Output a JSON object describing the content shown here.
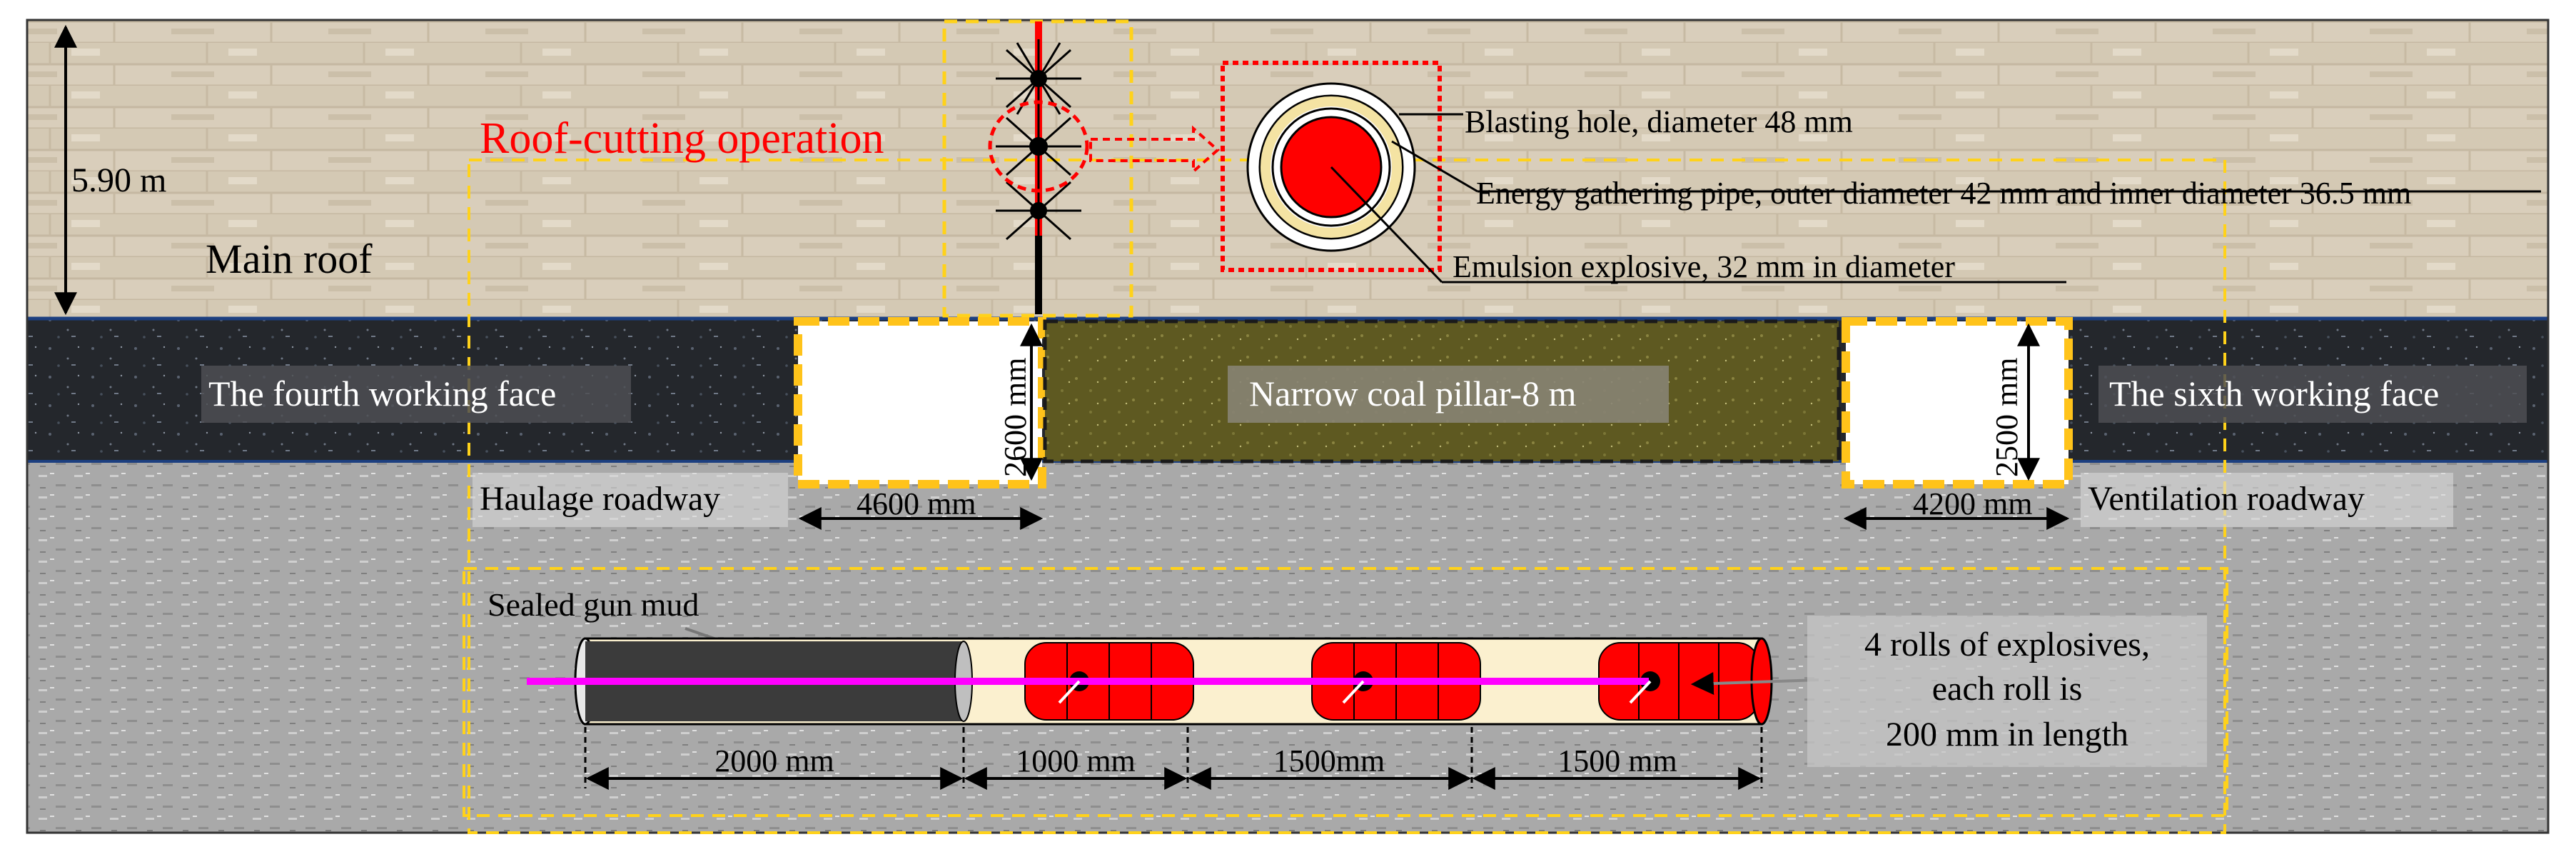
{
  "labels": {
    "thickness": "5.90 m",
    "main_roof": "Main roof",
    "roof_cutting": "Roof-cutting operation",
    "blast_hole": "Blasting hole, diameter 48 mm",
    "energy_pipe": "Energy gathering pipe, outer diameter 42 mm and inner diameter 36.5 mm",
    "emulsion": "Emulsion explosive, 32 mm in diameter",
    "fourth_face": "The fourth working face",
    "pillar": "Narrow coal pillar-8 m",
    "sixth_face": "The sixth working face",
    "haulage": "Haulage roadway",
    "ventilation": "Ventilation roadway",
    "left_height": "2600 mm",
    "right_height": "2500 mm",
    "left_width": "4600 mm",
    "right_width": "4200 mm",
    "gun_mud": "Sealed gun mud",
    "explosives_note": [
      "4 rolls of explosives,",
      "each roll is",
      "200 mm in length"
    ],
    "seg1": "2000 mm",
    "seg2": "1000 mm",
    "seg3": "1500mm",
    "seg4": "1500 mm"
  },
  "colors": {
    "rock": "#d8cdb9",
    "coal": "#23262b",
    "floor": "#a8a8a8",
    "pillar": "#5f5a22",
    "highlight": "#ff0000",
    "dashed_yellow": "#ffd21a",
    "magenta": "#ff00ff"
  }
}
